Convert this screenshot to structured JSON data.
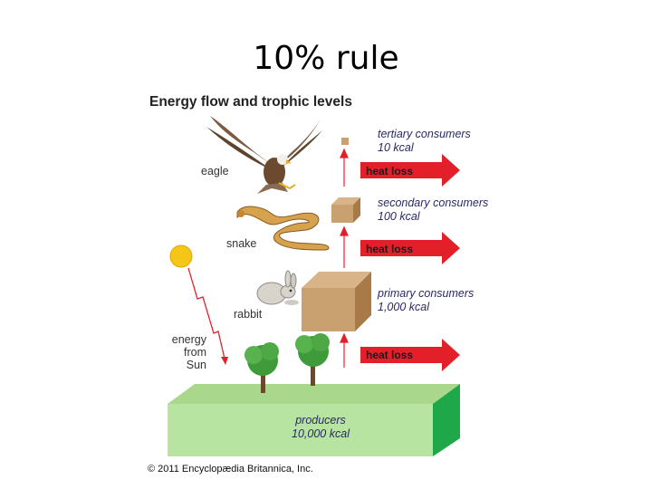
{
  "slide": {
    "title": "10% rule"
  },
  "figure": {
    "heading": "Energy flow and trophic levels",
    "organisms": {
      "eagle": "eagle",
      "snake": "snake",
      "rabbit": "rabbit"
    },
    "sun_label": [
      "energy",
      "from",
      "Sun"
    ],
    "levels": {
      "tertiary": {
        "name": "tertiary consumers",
        "energy": "10 kcal"
      },
      "secondary": {
        "name": "secondary consumers",
        "energy": "100 kcal"
      },
      "primary": {
        "name": "primary consumers",
        "energy": "1,000 kcal"
      },
      "producers": {
        "name": "producers",
        "energy": "10,000 kcal"
      }
    },
    "heat_loss": [
      "heat loss",
      "heat loss",
      "heat loss"
    ],
    "credit": "© 2011 Encyclopædia Britannica, Inc.",
    "colors": {
      "heat_arrow": "#e3202a",
      "block": "#c9a070",
      "ground_top": "#a9d88c",
      "ground_front": "#b7e4a0",
      "ground_side": "#1fa84a",
      "sun": "#f5c518"
    }
  }
}
